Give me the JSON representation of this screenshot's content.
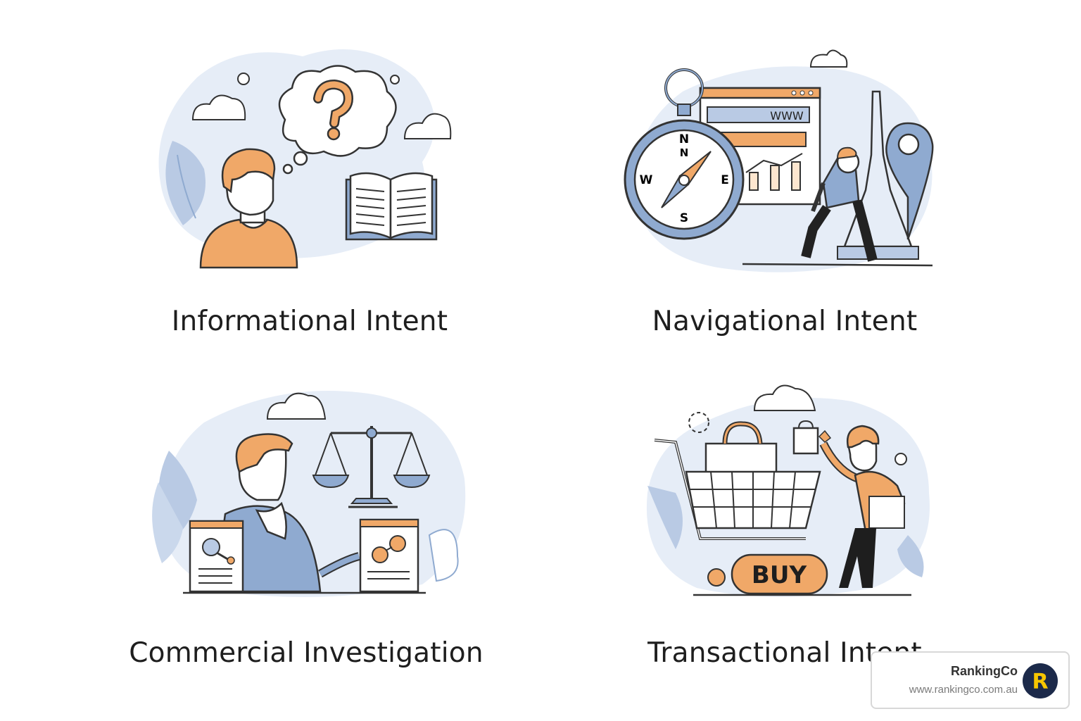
{
  "panels": [
    {
      "caption": "Informational Intent",
      "icon": "thinking-person-book-icon"
    },
    {
      "caption": "Navigational Intent",
      "icon": "compass-browser-location-icon"
    },
    {
      "caption": "Commercial Investigation",
      "icon": "compare-scales-icon"
    },
    {
      "caption": "Transactional Intent",
      "icon": "shopping-cart-buy-icon"
    }
  ],
  "illustration_text": {
    "browser_url": "WWW",
    "compass_n": "N",
    "compass_e": "E",
    "compass_s": "S",
    "compass_w": "W",
    "buy": "BUY"
  },
  "brand": {
    "name": "RankingCo",
    "url": "www.rankingco.com.au",
    "logo_letter": "R"
  },
  "colors": {
    "accent_orange": "#f0a868",
    "accent_blue": "#8faad0",
    "light_blue": "#e6edf7",
    "outline": "#222222",
    "logo_yellow": "#f7c600",
    "logo_navy": "#1c2a4a"
  }
}
